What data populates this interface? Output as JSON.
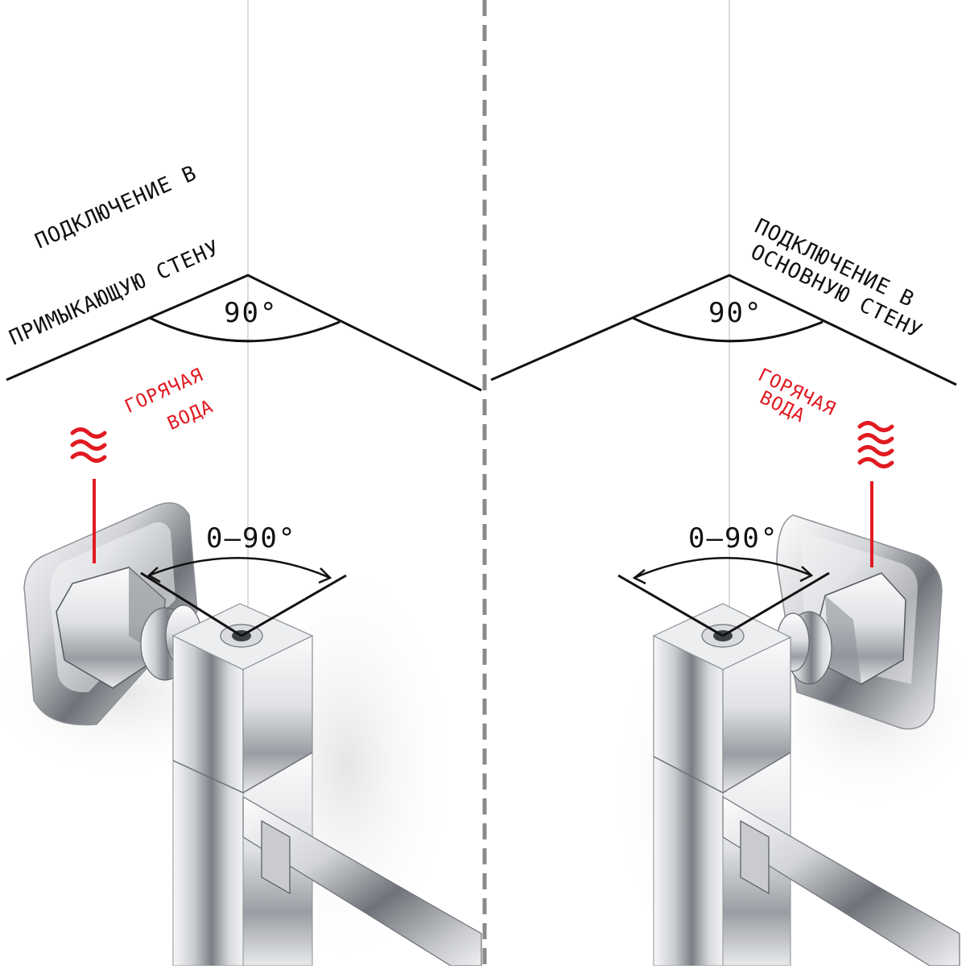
{
  "colors": {
    "background": "#ffffff",
    "ink": "#111111",
    "accent_red": "#e11a22",
    "divider": "#8a8a8a",
    "chrome_light": "#f4f5f7",
    "chrome_mid": "#b9bcc2",
    "chrome_dark": "#55585e"
  },
  "icons": {
    "hot_water": "wavy-lines-icon"
  },
  "left_panel": {
    "connection_line1": "ПОДКЛЮЧЕНИЕ В",
    "connection_line2": "ПРИМЫКАЮЩУЮ СТЕНУ",
    "wall_angle": "90°",
    "rotation_range": "0–90°",
    "hot_water_line1": "ГОРЯЧАЯ",
    "hot_water_line2": "ВОДА"
  },
  "right_panel": {
    "connection_line1": "ПОДКЛЮЧЕНИЕ В",
    "connection_line2": "ОСНОВНУЮ СТЕНУ",
    "wall_angle": "90°",
    "rotation_range": "0–90°",
    "hot_water_line1": "ГОРЯЧАЯ",
    "hot_water_line2": "ВОДА"
  }
}
